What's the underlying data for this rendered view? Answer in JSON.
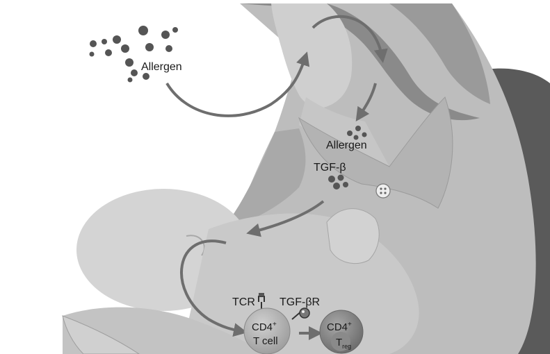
{
  "labels": {
    "allergen_top": "Allergen",
    "allergen_mid": "Allergen",
    "tgf_beta": "TGF-β",
    "tcr": "TCR",
    "tgf_beta_r": "TGF-βR"
  },
  "cells": {
    "cd4_t_cell_line1": "CD4",
    "cd4_t_cell_sup": "+",
    "cd4_t_cell_line2": "T cell",
    "treg_line1": "CD4",
    "treg_sup": "+",
    "treg_line2": "T",
    "treg_sub": "reg"
  },
  "colors": {
    "background": "#ffffff",
    "skin": "#c9c9c9",
    "blouse": "#bdbdbd",
    "hair": "#8a8a8a",
    "particle": "#555555",
    "arrow": "#6e6e6e",
    "cell": "#a8a8a8",
    "treg_cell": "#7f7f7f"
  }
}
